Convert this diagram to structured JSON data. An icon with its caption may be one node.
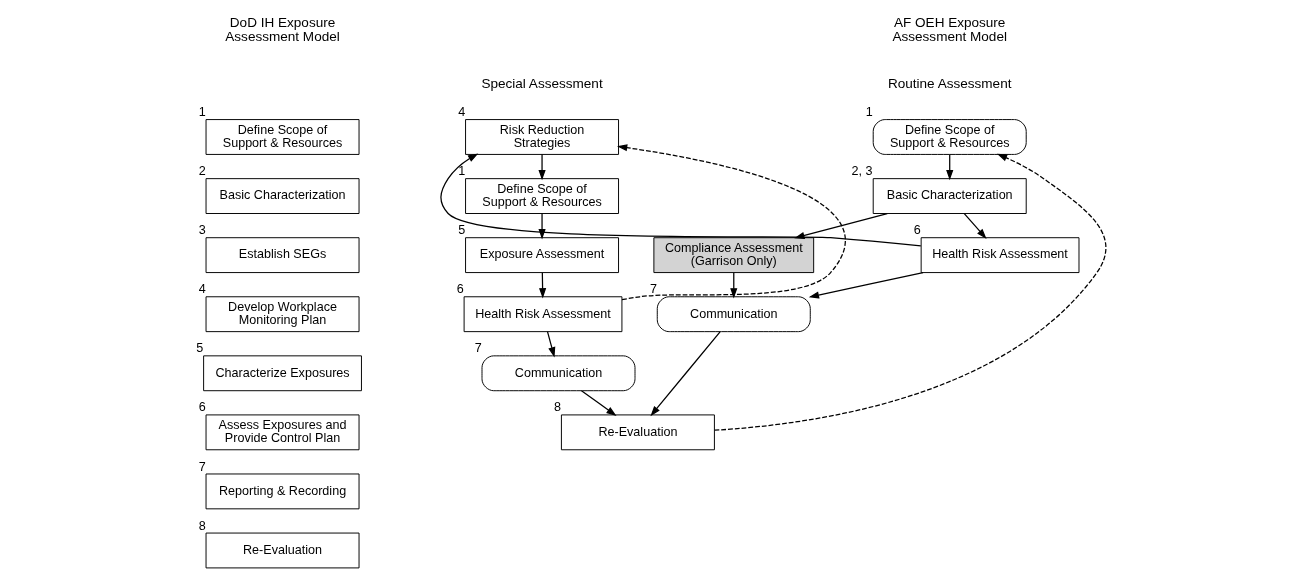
{
  "diagram": {
    "nodes": [
      {
        "text": [
          "Define Scope of Support & Resources"
        ],
        "beside": [
          "1"
        ]
      },
      {
        "text": [
          "Basic Characterization"
        ],
        "beside": [
          "2"
        ]
      },
      {
        "text": [
          "Establish SEGs"
        ],
        "beside": [
          "3"
        ]
      },
      {
        "text": [
          "Develop Workplace Monitoring Plan"
        ],
        "beside": [
          "4"
        ]
      },
      {
        "text": [
          "Characterize Exposures"
        ],
        "beside": [
          "5"
        ]
      },
      {
        "text": [
          "Assess Exposures and Provide Control Plan"
        ],
        "beside": [
          "6"
        ]
      },
      {
        "text": [
          "Reporting & Recording"
        ],
        "beside": [
          "7"
        ]
      },
      {
        "text": [
          "Re-Evaluation"
        ],
        "beside": [
          "8"
        ]
      },
      {
        "text": [
          "Define Scope of Support & Resources"
        ],
        "beside": [
          "1"
        ]
      },
      {
        "text": [
          "Basic Characterization"
        ],
        "beside": [
          "2, 3"
        ]
      },
      {
        "text": [
          "Compliance Assessment (Garrison Only)"
        ]
      },
      {
        "text": [
          "Health Risk Assessment"
        ],
        "beside": [
          "6"
        ]
      },
      {
        "text": [
          "Communication"
        ],
        "beside": [
          "7"
        ]
      },
      {
        "text": [
          "Re-Evaluation"
        ],
        "beside": [
          "8"
        ]
      },
      {
        "text": [
          "Risk Reduction Strategies"
        ],
        "beside": [
          "4"
        ]
      },
      {
        "text": [
          "Define Scope of Support & Resources"
        ],
        "beside": [
          "1"
        ]
      },
      {
        "text": [
          "Exposure Assessment"
        ],
        "beside": [
          "5"
        ]
      },
      {
        "text": [
          "Health Risk Assessment"
        ],
        "beside": [
          "6"
        ]
      },
      {
        "text": [
          "Communication"
        ],
        "beside": [
          "7"
        ]
      }
    ],
    "edges": [
      {
        "from": 8,
        "to": 9,
        "arrow": "to"
      },
      {
        "from": 9,
        "to": 10,
        "arrow": "to"
      },
      {
        "from": 9,
        "to": 11,
        "arrow": "to"
      },
      {
        "from": 10,
        "to": 12,
        "arrow": "to"
      },
      {
        "from": 11,
        "to": 12,
        "arrow": "to"
      },
      {
        "from": 11,
        "to": 14,
        "arrow": "to"
      },
      {
        "from": 12,
        "to": 13,
        "arrow": "to"
      },
      {
        "from": 18,
        "to": 13,
        "arrow": "to"
      },
      {
        "from": 13,
        "to": 8,
        "arrow": "to",
        "style": "dashed"
      },
      {
        "from": 14,
        "to": 15,
        "arrow": "to"
      },
      {
        "from": 15,
        "to": 16,
        "arrow": "to"
      },
      {
        "from": 16,
        "to": 17,
        "arrow": "to"
      },
      {
        "from": 17,
        "to": 18,
        "arrow": "to"
      },
      {
        "from": 17,
        "to": 14,
        "arrow": "to",
        "style": "dashed"
      }
    ],
    "labels": [
      "DoD IH Exposure Assessment Model",
      "AF OEH Exposure Assessment Model",
      "Routine Assessment",
      "Special Assessment"
    ]
  }
}
